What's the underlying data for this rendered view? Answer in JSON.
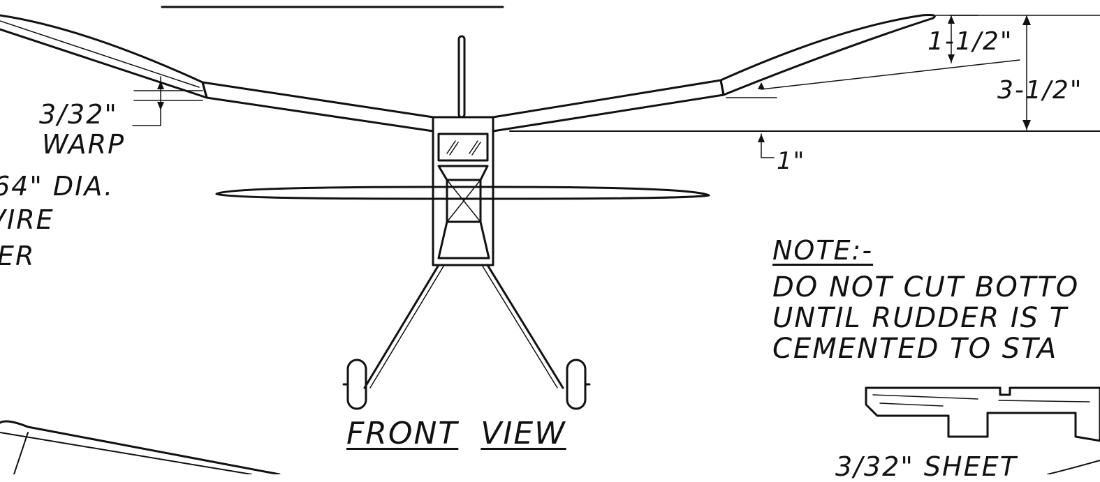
{
  "colors": {
    "ink": "#111111",
    "paper": "#ffffff"
  },
  "view_title": {
    "word1": "FRONT",
    "word2": "VIEW"
  },
  "dimensions": {
    "dihedral_tip": "1-1/2\"",
    "dihedral_total": "3-1/2\"",
    "dihedral_center": "1\"",
    "warp_value": "3/32\"",
    "warp_label": "WARP"
  },
  "left_note": {
    "line1": "64\" DIA.",
    "line2": "VIRE",
    "line3": "ER"
  },
  "note": {
    "heading": "NOTE:-",
    "line1": "DO NOT CUT BOTTO",
    "line2": "UNTIL RUDDER IS T",
    "line3": "CEMENTED TO STA"
  },
  "sheet_label": "3/32\" SHEET"
}
